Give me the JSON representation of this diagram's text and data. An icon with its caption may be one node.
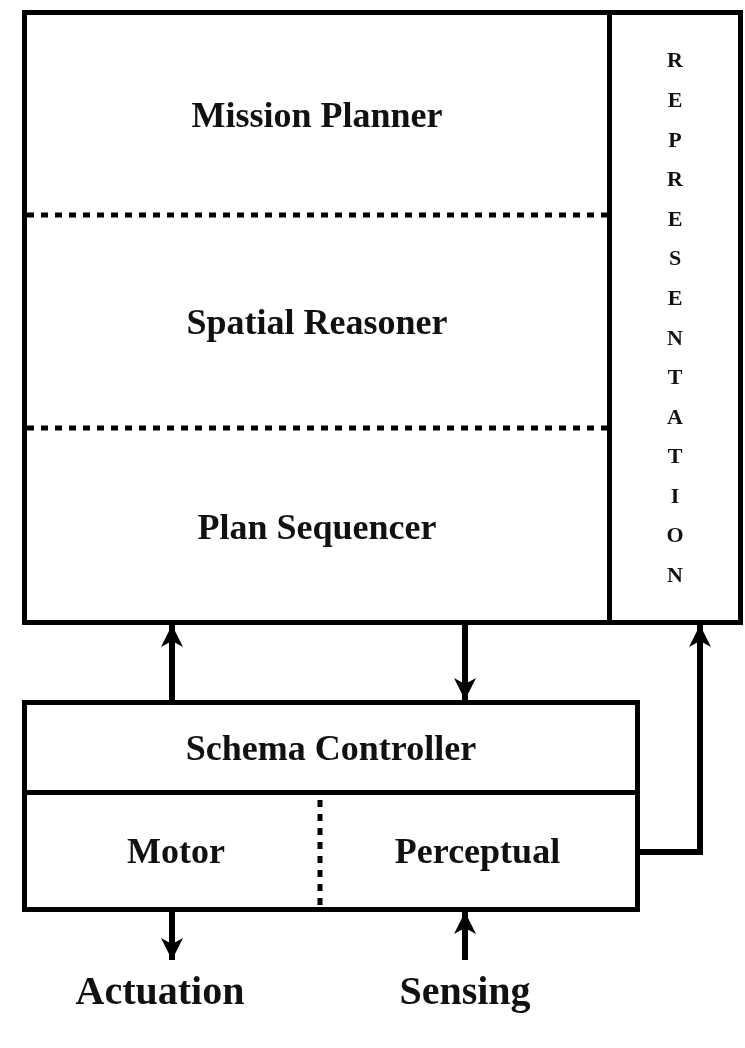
{
  "diagram": {
    "nodes": [
      {
        "text": [],
        "shape": "box"
      },
      {
        "text": [
          "Mission Planner"
        ],
        "in": 0
      },
      {
        "text": [
          "Spatial Reasoner"
        ],
        "in": 0
      },
      {
        "text": [
          "Plan Sequencer"
        ],
        "in": 0
      },
      {
        "text": [
          "REPRESENTATION"
        ]
      },
      {
        "text": [
          "Schema Controller"
        ]
      },
      {
        "text": [
          "Motor"
        ]
      },
      {
        "text": [
          "Perceptual"
        ]
      },
      {
        "text": [
          "Actuation"
        ]
      },
      {
        "text": [
          "Sensing"
        ]
      }
    ],
    "edges": [
      {
        "from": 5,
        "to": 0,
        "arrow": "to"
      },
      {
        "from": 0,
        "to": 5,
        "arrow": "to"
      },
      {
        "from": 7,
        "to": 4,
        "arrow": "to"
      },
      {
        "from": 6,
        "to": 8,
        "arrow": "to"
      },
      {
        "from": 9,
        "to": 7,
        "arrow": "to"
      }
    ]
  }
}
